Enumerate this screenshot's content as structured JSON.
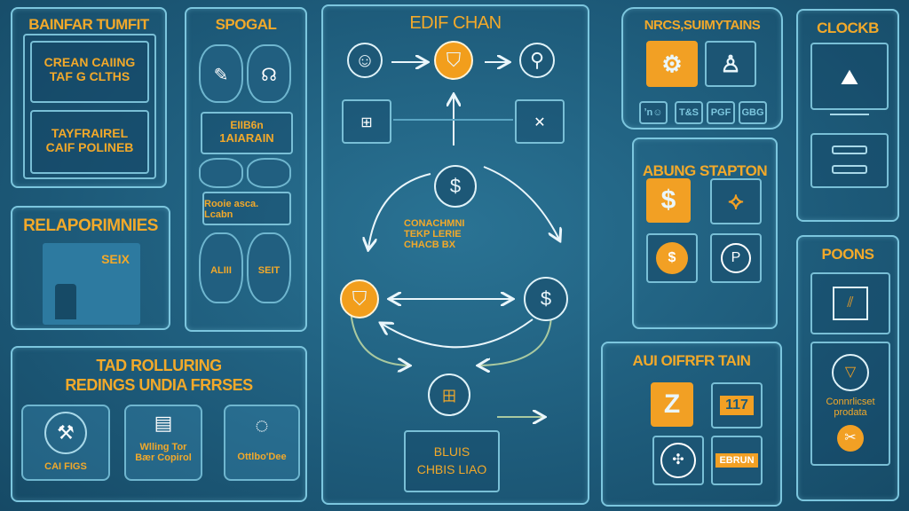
{
  "colors": {
    "accent": "#f2a024",
    "line": "#7cc6de",
    "background": "#1d5a79"
  },
  "panel_a": {
    "title": "BAINFAR TUMFIT",
    "box1": [
      "CREAN CAIING",
      "TAF G CLTHS"
    ],
    "box2": [
      "TAYFRAIREL",
      "CAIF POLINEB"
    ]
  },
  "panel_rel": {
    "title": "RELAPORIMNIES",
    "image_label": "SEIX"
  },
  "panel_spogal": {
    "title": "SPOGAL",
    "label1": [
      "EIIB6n",
      "1AIARAIN"
    ],
    "label2": [
      "Rooie asca.",
      "Lcabn"
    ],
    "disc1": "ALIII",
    "disc2": "SEIT"
  },
  "panel_bottom": {
    "title": [
      "TAD ROLLURING",
      "REDINGS UNDIA FRRSES"
    ],
    "cards": [
      {
        "label": "CAI FIGS",
        "icon": "tools-icon"
      },
      {
        "label": "Wlling Tor Bær Copirol",
        "icon": "document-icon"
      },
      {
        "label": "Ottlbo'Dee",
        "icon": "chain-icon"
      }
    ]
  },
  "center": {
    "title": "EDIF CHAN",
    "center_text": [
      "CONACHMNI",
      "TEKP LERIE",
      "CHACB BX"
    ],
    "bottom_box": [
      "BLUIS",
      "CHBIS LIAO"
    ],
    "nodes": {
      "dollar": "$",
      "shield": "shield-icon",
      "bottom_glyph": "田"
    }
  },
  "panel_nrcs": {
    "title": "NRCS,SUIMYTAINS",
    "mini": [
      "ʼn☺",
      "T&S",
      "PGF",
      "GBG"
    ]
  },
  "panel_abung": {
    "title": "ABUNG STAPTON",
    "dollar": "$",
    "p": "P"
  },
  "panel_aui": {
    "title": "AUI OIFRFR TAIN",
    "z": "Z",
    "num": "117",
    "tag": "EBRUN"
  },
  "panel_clockb": {
    "title": "CLOCKB"
  },
  "panel_poons": {
    "title": "POONS",
    "caption": [
      "Connrlicset",
      "prodata"
    ]
  }
}
